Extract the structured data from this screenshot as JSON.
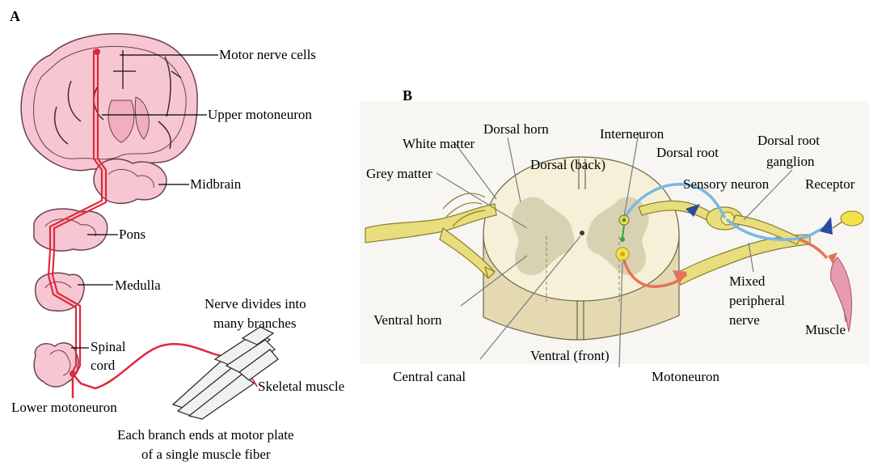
{
  "panel_a": {
    "letter": "A",
    "labels": {
      "motor_nerve_cells": "Motor nerve cells",
      "upper_motoneuron": "Upper motoneuron",
      "midbrain": "Midbrain",
      "pons": "Pons",
      "medulla": "Medulla",
      "spinal_cord_1": "Spinal",
      "spinal_cord_2": "cord",
      "lower_motoneuron": "Lower motoneuron",
      "nerve_divides_1": "Nerve divides into",
      "nerve_divides_2": "many branches",
      "skeletal_muscle": "Skeletal muscle",
      "branch_ends_1": "Each branch ends at motor plate",
      "branch_ends_2": "of a single muscle fiber"
    }
  },
  "panel_b": {
    "letter": "B",
    "labels": {
      "dorsal_horn": "Dorsal horn",
      "white_matter": "White matter",
      "grey_matter": "Grey matter",
      "dorsal_back": "Dorsal (back)",
      "interneuron": "Interneuron",
      "dorsal_root": "Dorsal root",
      "drg_1": "Dorsal root",
      "drg_2": "ganglion",
      "sensory_neuron": "Sensory neuron",
      "receptor": "Receptor",
      "mixed_1": "Mixed",
      "mixed_2": "peripheral",
      "mixed_3": "nerve",
      "muscle": "Muscle",
      "ventral_horn": "Ventral horn",
      "ventral_front": "Ventral (front)",
      "central_canal": "Central canal",
      "motoneuron": "Motoneuron"
    }
  },
  "colors": {
    "neuron_red": "#e0283c",
    "brain_pink": "#f6c7d2",
    "brain_outline": "#6a4050",
    "nerve_yellow": "#e8de7e",
    "cord_cream": "#f6f0d8",
    "sensory_blue": "#79b8e2",
    "motor_orange": "#e2735a",
    "muscle_pink": "#e89ab0"
  }
}
